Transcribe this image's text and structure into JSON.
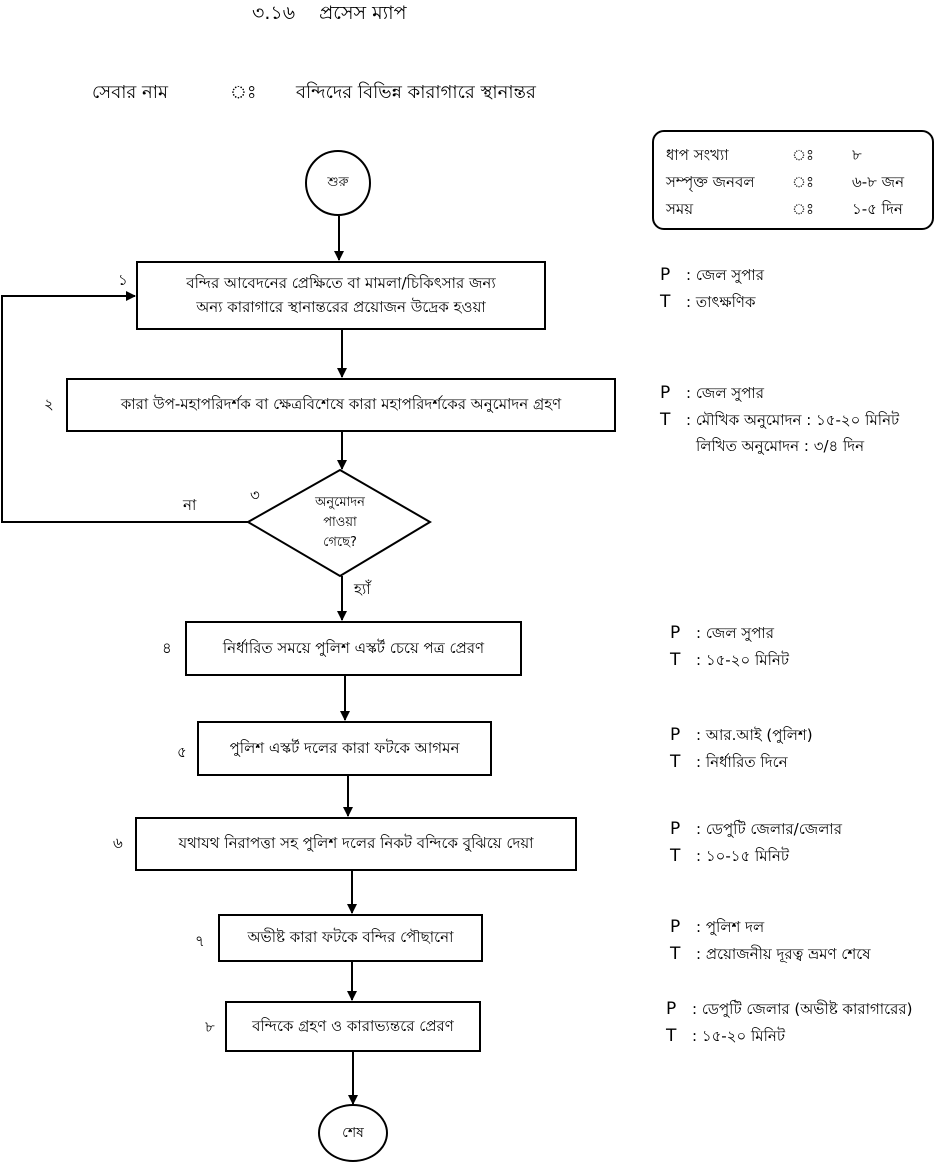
{
  "header": {
    "section": "৩.১৬",
    "title": "প্রসেস ম্যাপ"
  },
  "service": {
    "label": "সেবার নাম",
    "sep": "ঃ",
    "value": "বন্দিদের বিভিন্ন কারাগারে স্থানান্তর"
  },
  "summary": [
    {
      "label": "ধাপ সংখ্যা",
      "sep": "ঃ",
      "value": "৮"
    },
    {
      "label": "সম্পৃক্ত জনবল",
      "sep": "ঃ",
      "value": "৬-৮ জন"
    },
    {
      "label": "সময়",
      "sep": "ঃ",
      "value": "১-৫ দিন"
    }
  ],
  "start_label": "শুরু",
  "end_label": "শেষ",
  "steps": [
    {
      "num": "১",
      "lines": [
        "বন্দির আবেদনের প্রেক্ষিতে বা মামলা/চিকিৎসার জন্য",
        "অন্য কারাগারে  স্থানান্তরের প্রয়োজন উদ্রেক হওয়া"
      ]
    },
    {
      "num": "২",
      "lines": [
        "কারা উপ-মহাপরিদর্শক বা ক্ষেত্রবিশেষে কারা মহাপরিদর্শকের অনুমোদন গ্রহণ"
      ]
    },
    {
      "num": "৪",
      "lines": [
        "নির্ধারিত সময়ে পুলিশ এস্কর্ট চেয়ে পত্র প্রেরণ"
      ]
    },
    {
      "num": "৫",
      "lines": [
        "পুলিশ এস্কর্ট দলের কারা ফটকে আগমন"
      ]
    },
    {
      "num": "৬",
      "lines": [
        "যথাযথ নিরাপত্তা সহ পুলিশ দলের নিকট বন্দিকে বুঝিয়ে দেয়া"
      ]
    },
    {
      "num": "৭",
      "lines": [
        "অভীষ্ট কারা ফটকে বন্দির পৌছানো"
      ]
    },
    {
      "num": "৮",
      "lines": [
        "বন্দিকে গ্রহণ ও কারাভ্যন্তরে প্রেরণ"
      ]
    }
  ],
  "decision": {
    "num": "৩",
    "lines": [
      "অনুমোদন",
      "পাওয়া",
      "গেছে?"
    ],
    "yes": "হ্যাঁ",
    "no": "না"
  },
  "pt_key_p": "P",
  "pt_key_t": "T",
  "pt_colon": ":",
  "pt_notes": [
    {
      "p": "জেল সুপার",
      "t": [
        "তাৎক্ষণিক"
      ]
    },
    {
      "p": "জেল সুপার",
      "t": [
        "মৌখিক অনুমোদন : ১৫-২০ মিনিট",
        "লিখিত অনুমোদন : ৩/৪ দিন"
      ]
    },
    {
      "p": "জেল সুপার",
      "t": [
        "১৫-২০ মিনিট"
      ]
    },
    {
      "p": "আর.আই (পুলিশ)",
      "t": [
        "নির্ধারিত দিনে"
      ]
    },
    {
      "p": "ডেপুটি জেলার/জেলার",
      "t": [
        "১০-১৫ মিনিট"
      ]
    },
    {
      "p": "পুলিশ দল",
      "t": [
        "প্রয়োজনীয় দূরত্ব ভ্রমণ শেষে"
      ]
    },
    {
      "p": "ডেপুটি জেলার (অভীষ্ট কারাগারের)",
      "t": [
        "১৫-২০ মিনিট"
      ]
    }
  ]
}
